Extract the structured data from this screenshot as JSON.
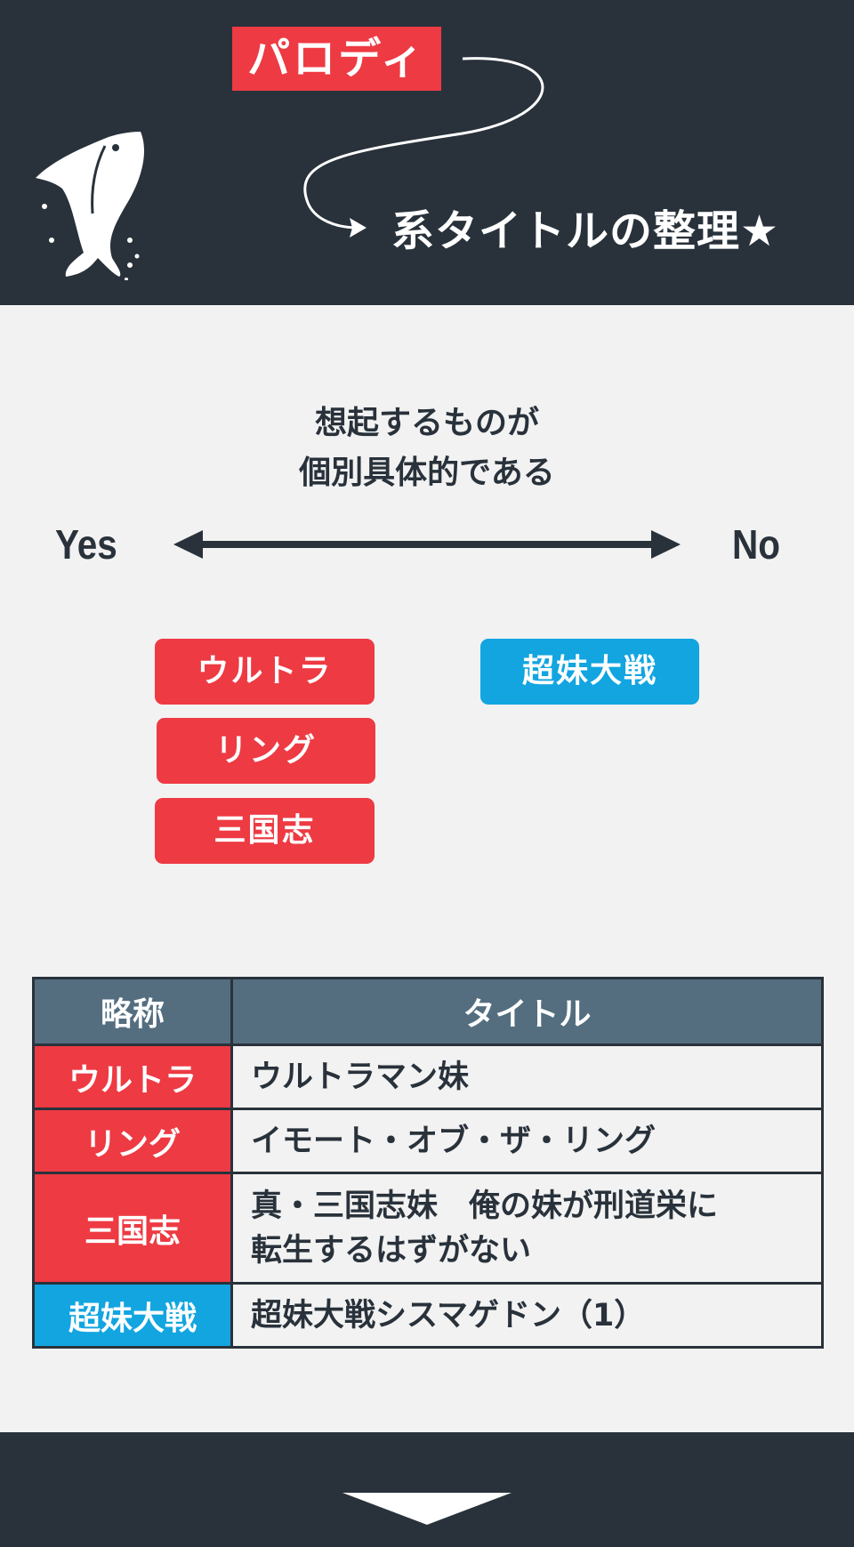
{
  "header": {
    "tag": "パロディ",
    "title": "系タイトルの整理★",
    "logo_icon": "whale-icon",
    "connector_icon": "curved-arrow-icon"
  },
  "diagram": {
    "question_line1": "想起するものが",
    "question_line2": "個別具体的である",
    "axis_yes": "Yes",
    "axis_no": "No",
    "yes_items": [
      "ウルトラ",
      "リング",
      "三国志"
    ],
    "no_items": [
      "超妹大戦"
    ]
  },
  "table": {
    "headers": [
      "略称",
      "タイトル"
    ],
    "rows": [
      {
        "abbr": "ウルトラ",
        "title": "ウルトラマン妹",
        "category": "yes"
      },
      {
        "abbr": "リング",
        "title": "イモート・オブ・ザ・リング",
        "category": "yes"
      },
      {
        "abbr": "三国志",
        "title": "真・三国志妹　俺の妹が刑道栄に\n転生するはずがない",
        "category": "yes"
      },
      {
        "abbr": "超妹大戦",
        "title": "超妹大戦シスマゲドン（1）",
        "category": "no"
      }
    ]
  },
  "footer": {
    "icon": "down-arrow-icon"
  },
  "colors": {
    "dark": "#29323b",
    "red": "#ee3a43",
    "blue": "#12a5e0",
    "header_gray": "#546e80",
    "background": "#f2f2f2"
  }
}
